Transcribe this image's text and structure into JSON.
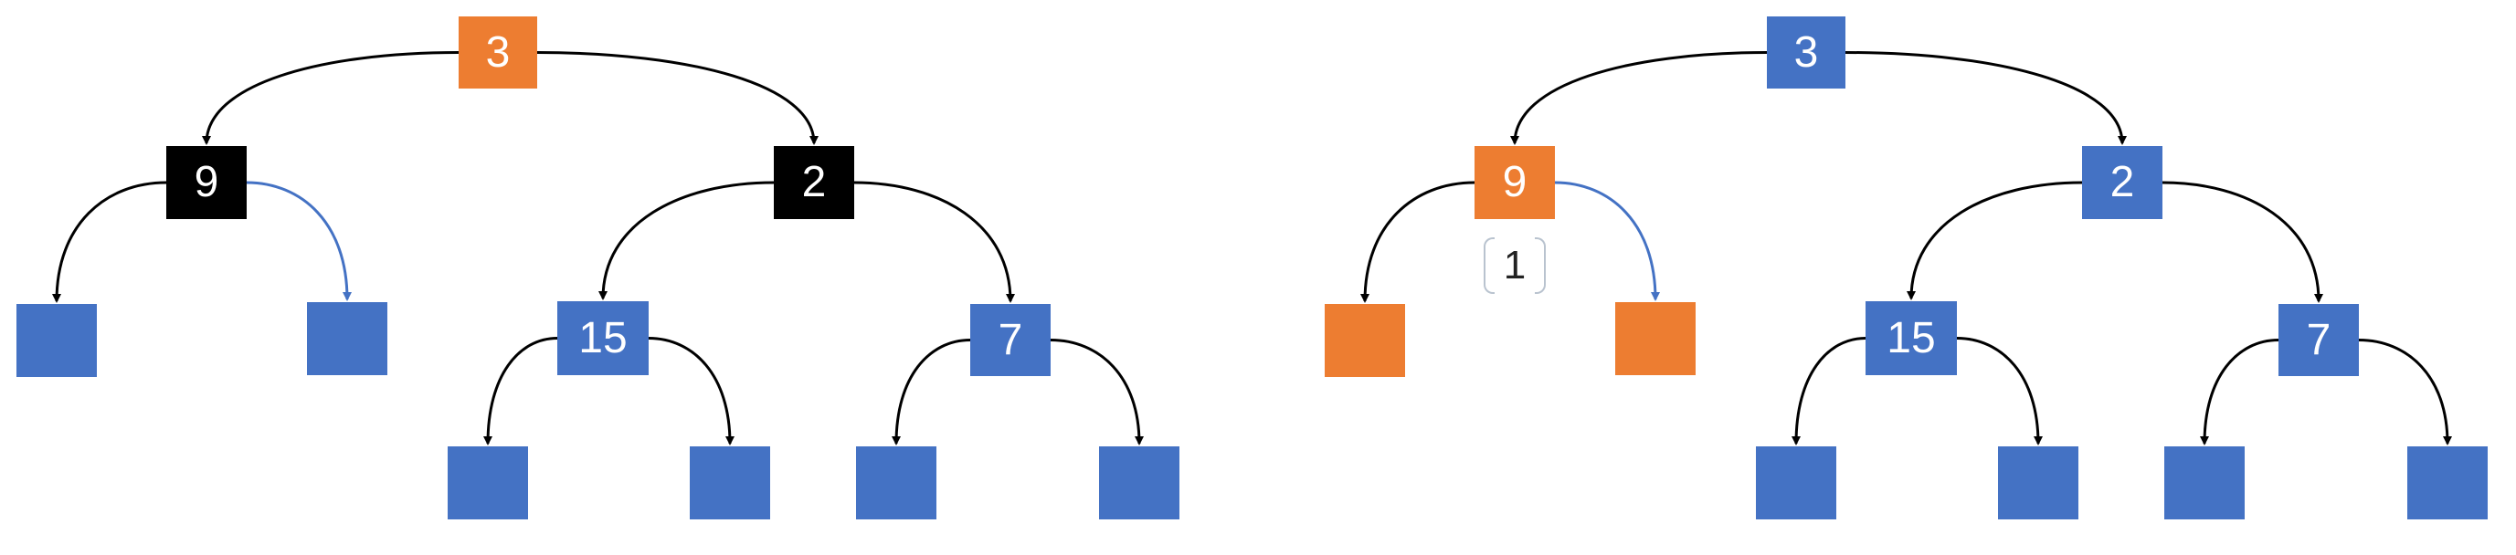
{
  "colors": {
    "orange": "#ed7d31",
    "blue": "#4472c4",
    "black": "#000000",
    "edge_black": "#000000",
    "edge_blue": "#4472c4"
  },
  "trees": [
    {
      "nodes": {
        "a": {
          "label": "3",
          "color": "orange"
        },
        "b": {
          "label": "9",
          "color": "black"
        },
        "c": {
          "label": "2",
          "color": "black"
        },
        "bl": {
          "label": "",
          "color": "blue"
        },
        "br": {
          "label": "",
          "color": "blue"
        },
        "d": {
          "label": "15",
          "color": "blue"
        },
        "e": {
          "label": "7",
          "color": "blue"
        },
        "dl": {
          "label": "",
          "color": "blue"
        },
        "dr": {
          "label": "",
          "color": "blue"
        },
        "el": {
          "label": "",
          "color": "blue"
        },
        "er": {
          "label": "",
          "color": "blue"
        }
      },
      "edges": [
        {
          "from": "a",
          "to": "b",
          "color": "edge_black"
        },
        {
          "from": "a",
          "to": "c",
          "color": "edge_black"
        },
        {
          "from": "b",
          "to": "bl",
          "color": "edge_black"
        },
        {
          "from": "b",
          "to": "br",
          "color": "edge_blue"
        },
        {
          "from": "c",
          "to": "d",
          "color": "edge_black"
        },
        {
          "from": "c",
          "to": "e",
          "color": "edge_black"
        },
        {
          "from": "d",
          "to": "dl",
          "color": "edge_black"
        },
        {
          "from": "d",
          "to": "dr",
          "color": "edge_black"
        },
        {
          "from": "e",
          "to": "el",
          "color": "edge_black"
        },
        {
          "from": "e",
          "to": "er",
          "color": "edge_black"
        }
      ]
    },
    {
      "nodes": {
        "a": {
          "label": "3",
          "color": "blue"
        },
        "b": {
          "label": "9",
          "color": "orange"
        },
        "c": {
          "label": "2",
          "color": "blue"
        },
        "bl": {
          "label": "",
          "color": "orange"
        },
        "br": {
          "label": "",
          "color": "orange"
        },
        "d": {
          "label": "15",
          "color": "blue"
        },
        "e": {
          "label": "7",
          "color": "blue"
        },
        "dl": {
          "label": "",
          "color": "blue"
        },
        "dr": {
          "label": "",
          "color": "blue"
        },
        "el": {
          "label": "",
          "color": "blue"
        },
        "er": {
          "label": "",
          "color": "blue"
        }
      },
      "edges": [
        {
          "from": "a",
          "to": "b",
          "color": "edge_black"
        },
        {
          "from": "a",
          "to": "c",
          "color": "edge_black"
        },
        {
          "from": "b",
          "to": "bl",
          "color": "edge_black"
        },
        {
          "from": "b",
          "to": "br",
          "color": "edge_blue"
        },
        {
          "from": "c",
          "to": "d",
          "color": "edge_black"
        },
        {
          "from": "c",
          "to": "e",
          "color": "edge_black"
        },
        {
          "from": "d",
          "to": "dl",
          "color": "edge_black"
        },
        {
          "from": "d",
          "to": "dr",
          "color": "edge_black"
        },
        {
          "from": "e",
          "to": "el",
          "color": "edge_black"
        },
        {
          "from": "e",
          "to": "er",
          "color": "edge_black"
        }
      ],
      "badge": "1"
    }
  ]
}
